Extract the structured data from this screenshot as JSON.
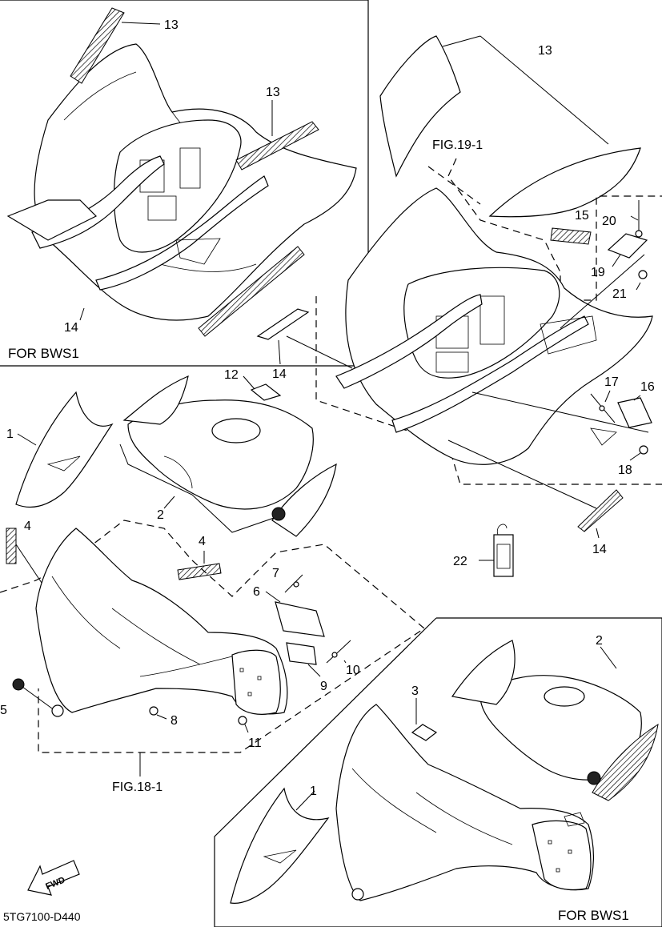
{
  "diagram": {
    "document_code": "5TG7100-D440",
    "fig_refs": [
      "FIG.19-1",
      "FIG.18-1"
    ],
    "box_labels": [
      "FOR BWS1",
      "FOR BWS1"
    ],
    "fwd_arrow_label": "FWD",
    "callouts": {
      "c13a": "13",
      "c13b": "13",
      "c13c": "13",
      "c14a": "14",
      "c14b": "14",
      "c14c": "14",
      "c15": "15",
      "c20": "20",
      "c19": "19",
      "c21": "21",
      "c17": "17",
      "c16": "16",
      "c18": "18",
      "c22": "22",
      "c12": "12",
      "c2a": "2",
      "c1a": "1",
      "c4a": "4",
      "c4b": "4",
      "c7": "7",
      "c6": "6",
      "c5": "5",
      "c8": "8",
      "c9": "9",
      "c10": "10",
      "c11": "11",
      "c2b": "2",
      "c3": "3",
      "c1b": "1"
    }
  }
}
